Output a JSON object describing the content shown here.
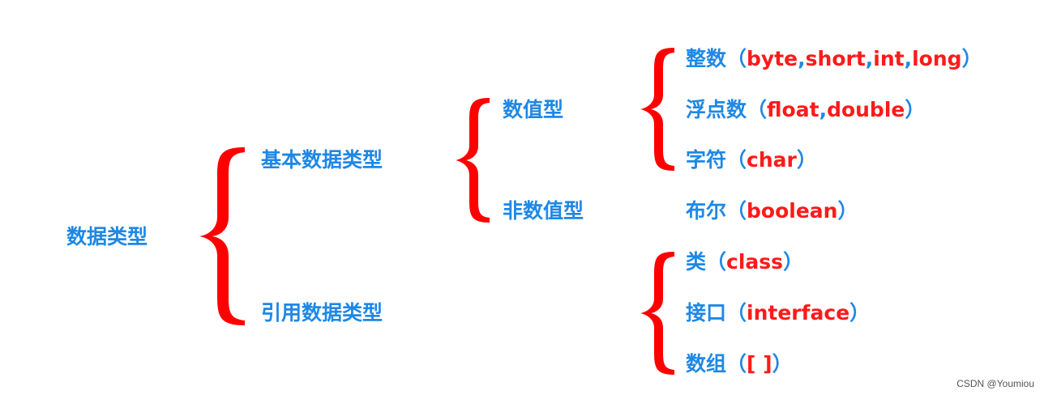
{
  "root": {
    "label": "数据类型"
  },
  "level1": {
    "basic": "基本数据类型",
    "reference": "引用数据类型"
  },
  "level2": {
    "numeric": "数值型",
    "non_numeric": "非数值型"
  },
  "numeric_types": [
    {
      "name": "整数",
      "open": "（",
      "items": [
        "byte",
        "short",
        "int",
        "long"
      ],
      "close": "）"
    },
    {
      "name": "浮点数",
      "open": "（",
      "items": [
        "float",
        "double"
      ],
      "close": "）"
    },
    {
      "name": "字符",
      "open": "（",
      "items": [
        "char"
      ],
      "close": "）"
    }
  ],
  "non_numeric_types": [
    {
      "name": "布尔",
      "open": "（",
      "items": [
        "boolean"
      ],
      "close": "）"
    }
  ],
  "reference_types": [
    {
      "name": "类",
      "open": "（",
      "items": [
        "class"
      ],
      "close": "）"
    },
    {
      "name": "接口",
      "open": "（",
      "items": [
        "interface"
      ],
      "close": "）"
    },
    {
      "name": "数组",
      "open": "（",
      "items": [
        "[ ]"
      ],
      "close": "）"
    }
  ],
  "separator": ",",
  "colors": {
    "label": "#1e88e5",
    "keyword": "#ff1a1a",
    "brace": "#ff0000"
  },
  "watermark": "CSDN @Youmiou"
}
